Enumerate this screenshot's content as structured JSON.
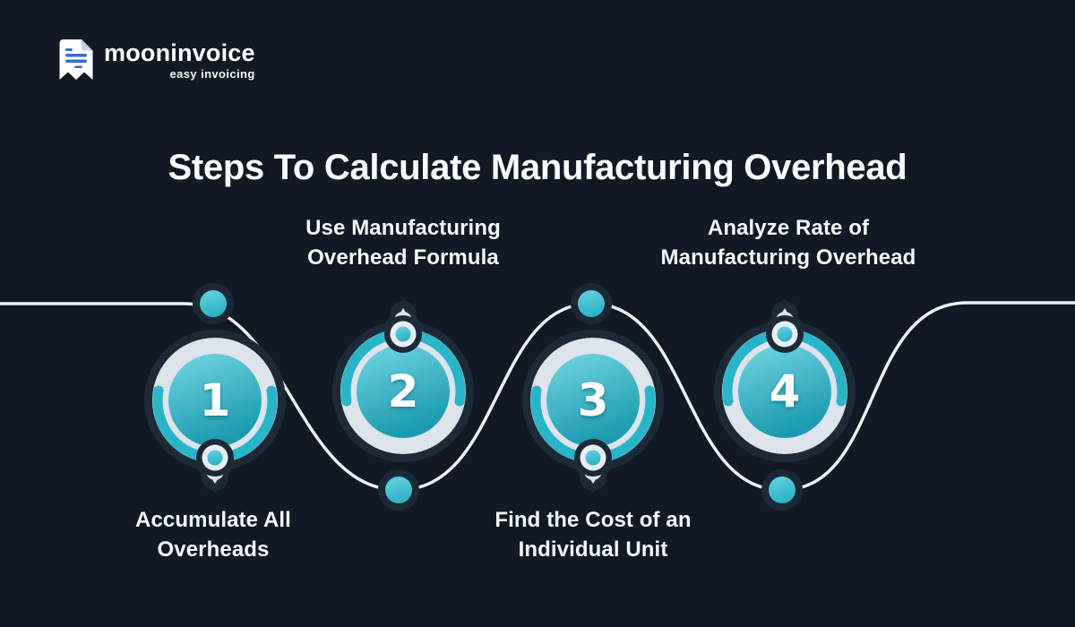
{
  "logo": {
    "name": "mooninvoice",
    "tagline": "easy invoicing",
    "icon": "invoice-document-icon"
  },
  "title": "Steps To Calculate Manufacturing Overhead",
  "steps": [
    {
      "number": "1",
      "label_line1": "Accumulate All",
      "label_line2": "Overheads",
      "label_position": "below"
    },
    {
      "number": "2",
      "label_line1": "Use Manufacturing",
      "label_line2": "Overhead Formula",
      "label_position": "above"
    },
    {
      "number": "3",
      "label_line1": "Find the Cost of an",
      "label_line2": "Individual Unit",
      "label_position": "below"
    },
    {
      "number": "4",
      "label_line1": "Analyze Rate of",
      "label_line2": "Manufacturing Overhead",
      "label_position": "above"
    }
  ],
  "colors": {
    "background": "#111a24",
    "badge_dark": "#1c2a38",
    "badge_gray": "#dde4ec",
    "accent_teal": "#2ab4c7",
    "teal_light": "#74d7e2",
    "teal_deep": "#1b9bb0",
    "line": "#eef1f5",
    "text": "#f4f7fa",
    "logo_line_blue": "#2f6fd8"
  }
}
